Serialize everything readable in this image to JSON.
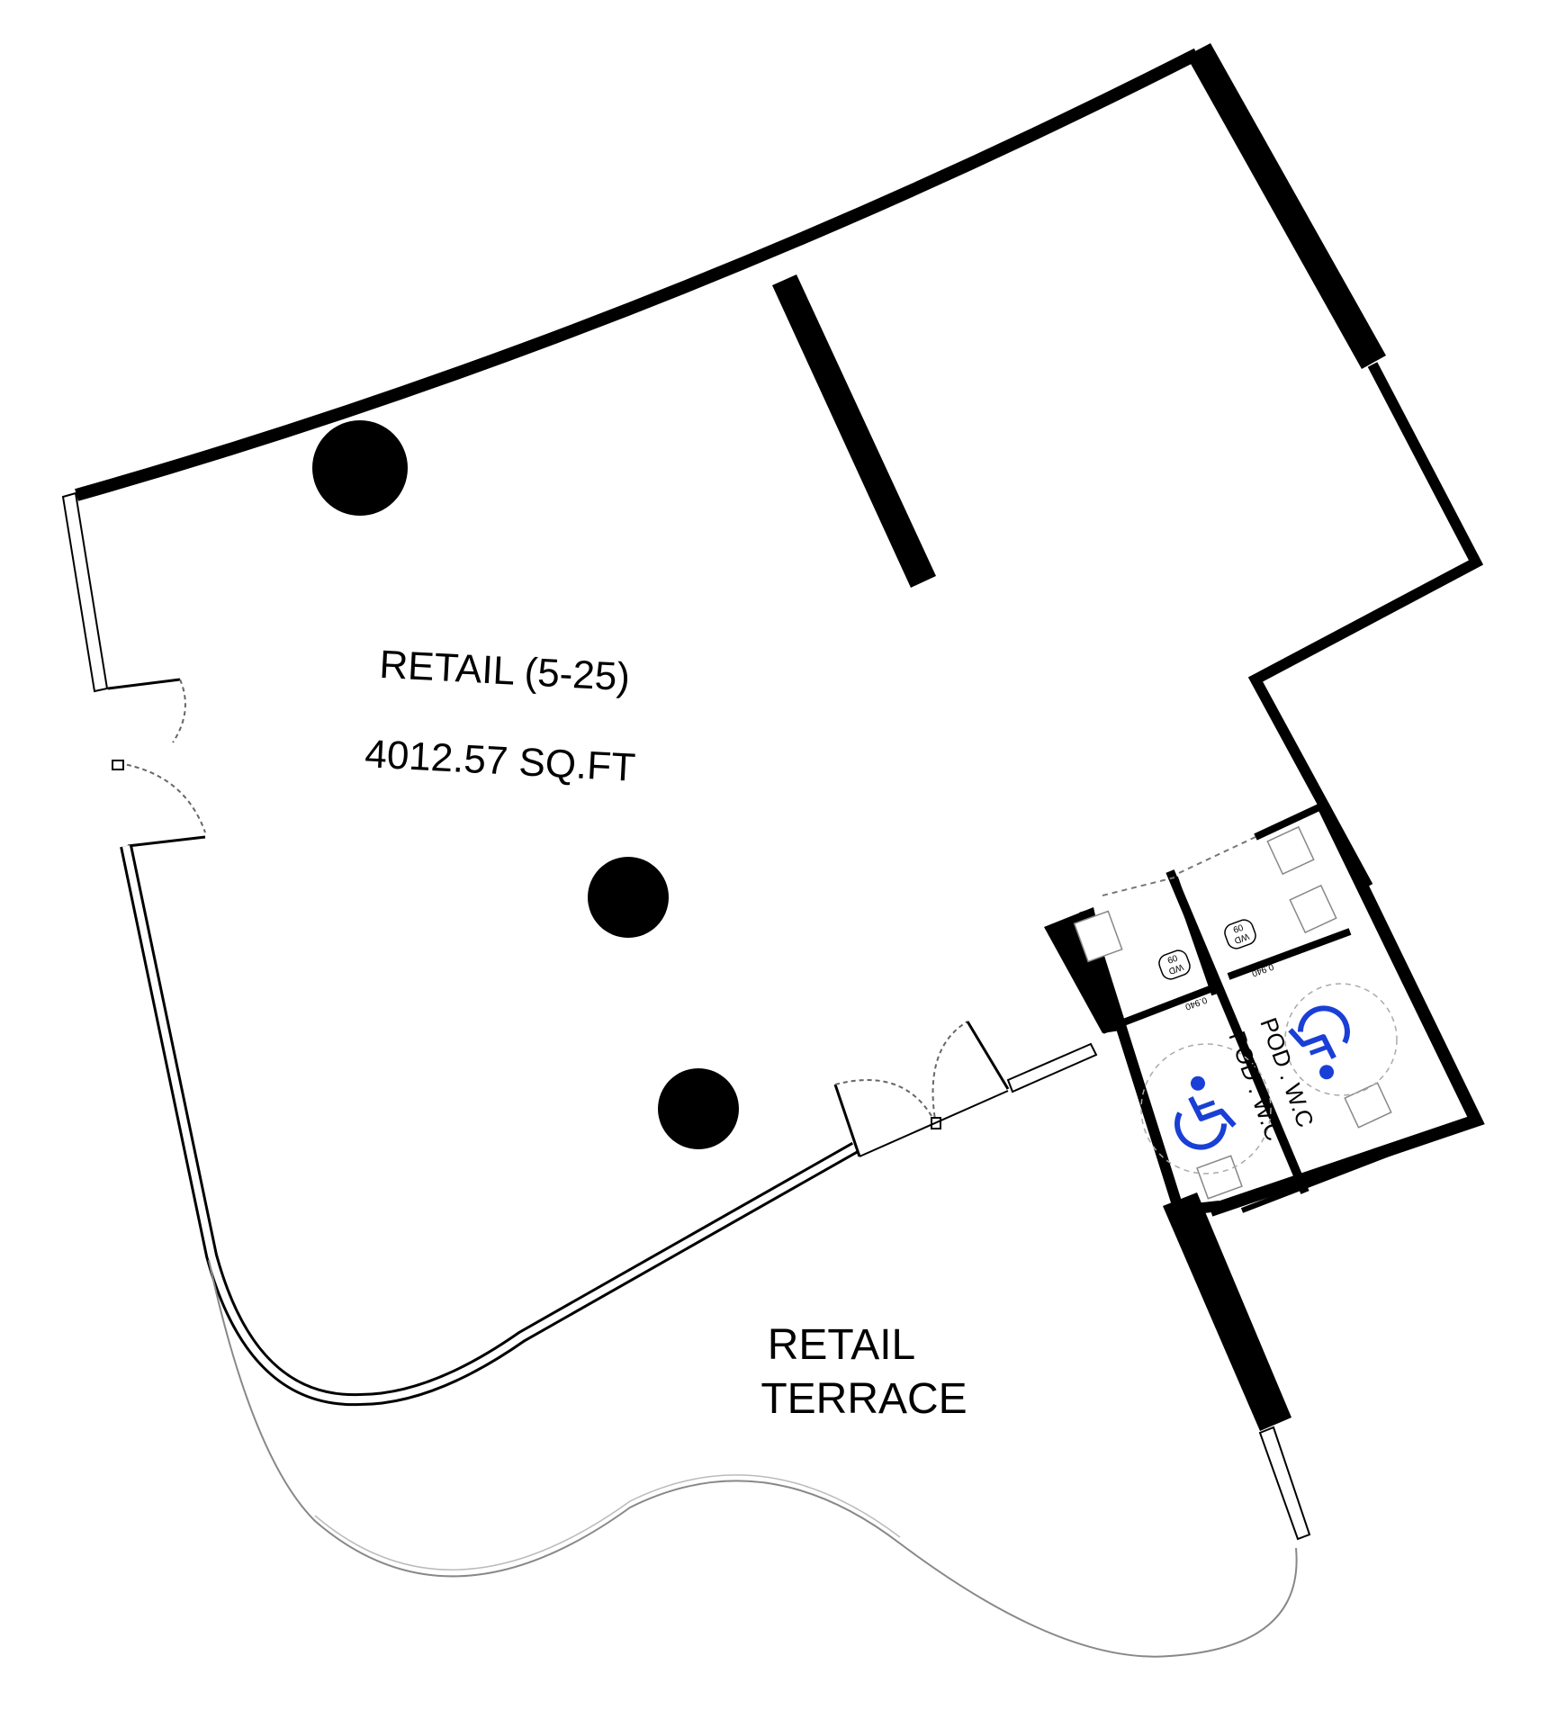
{
  "plan": {
    "retail_title": "RETAIL (5-25)",
    "retail_area": "4012.57 SQ.FT",
    "terrace_line1": "RETAIL",
    "terrace_line2": "TERRACE",
    "wc_label_1": "POD . W.C",
    "wc_label_2": "POD . W.C",
    "door_dim_1": "0.940",
    "door_dim_2": "0.940",
    "wd_tag_1": "WD",
    "wd_num_1": "09",
    "wd_tag_2": "WD",
    "wd_num_2": "09"
  },
  "colors": {
    "wall": "#000000",
    "accessible_symbol": "#1a3fd6",
    "thin_line": "#555555",
    "background": "#ffffff"
  },
  "icons": [
    "accessible-wc-icon",
    "column",
    "door-swing"
  ]
}
